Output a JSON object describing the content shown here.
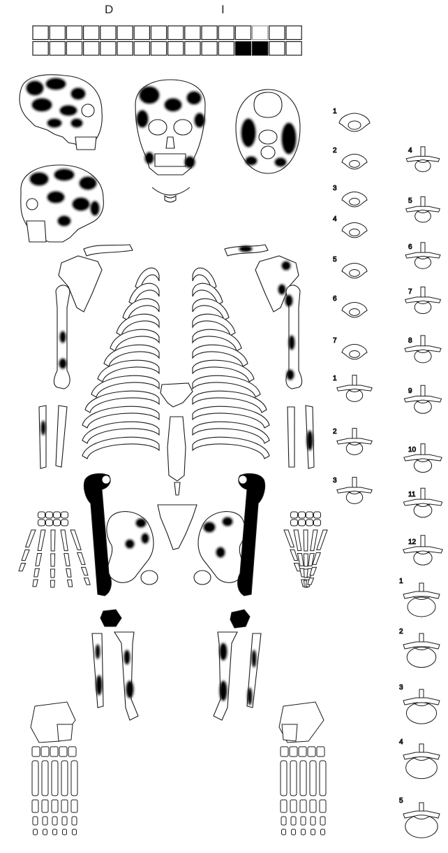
{
  "header": {
    "right_side_label": "D",
    "left_side_label": "I"
  },
  "colors": {
    "outline": "#1a1a1a",
    "bone_fill": "#ffffff",
    "marked": "#000000"
  },
  "dental_chart": {
    "rows": 2,
    "columns": 16,
    "filled_cells": [
      [
        1,
        12
      ],
      [
        1,
        13
      ]
    ],
    "light_cells": [
      [
        0,
        13
      ]
    ]
  },
  "vertebrae": {
    "cervical_left": [
      "1",
      "2",
      "3",
      "4",
      "5",
      "6",
      "7"
    ],
    "thoracic_left": [
      "1",
      "2",
      "3"
    ],
    "thoracic_right": [
      "4",
      "5",
      "6",
      "7",
      "8",
      "9",
      "10",
      "11",
      "12"
    ],
    "lumbar_right": [
      "1",
      "2",
      "3",
      "4",
      "5"
    ]
  }
}
